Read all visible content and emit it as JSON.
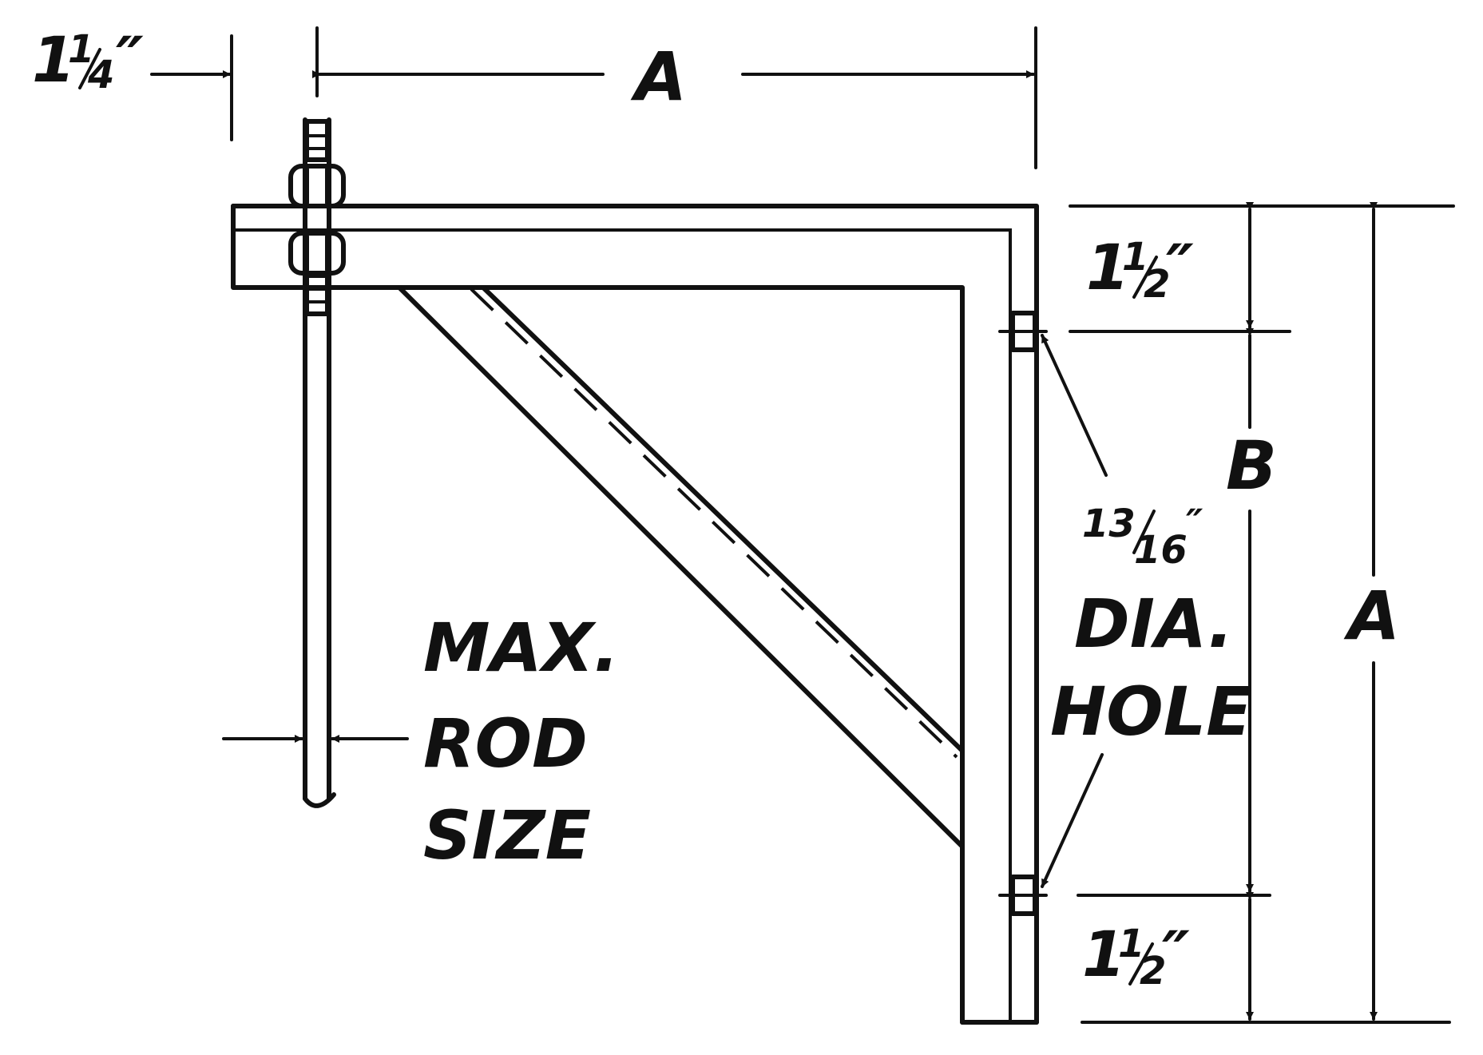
{
  "labels": {
    "offset_whole": "1",
    "offset_num": "1",
    "offset_den": "4",
    "offset_unit": "″",
    "dim_a_top": "A",
    "dim_a_right": "A",
    "dim_b": "B",
    "top_edge_whole": "1",
    "top_edge_num": "1",
    "top_edge_den": "2",
    "top_edge_unit": "″",
    "bottom_edge_whole": "1",
    "bottom_edge_num": "1",
    "bottom_edge_den": "2",
    "bottom_edge_unit": "″",
    "hole_num": "13",
    "hole_den": "16",
    "hole_unit": "″",
    "hole_line1": "DIA.",
    "hole_line2": "HOLE",
    "rod_line1": "MAX.",
    "rod_line2": "ROD",
    "rod_line3": "SIZE"
  }
}
